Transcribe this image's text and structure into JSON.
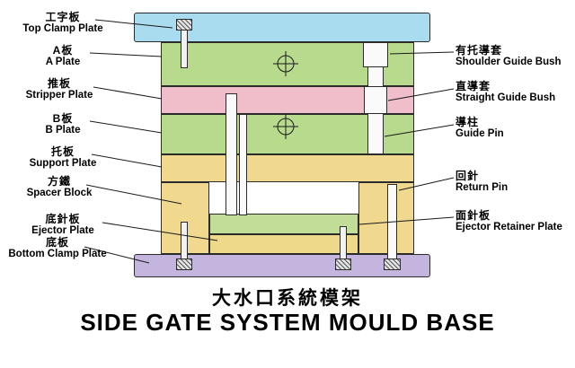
{
  "title": {
    "chinese": "大水口系統模架",
    "english": "SIDE GATE SYSTEM MOULD BASE"
  },
  "left_labels": [
    {
      "cn": "工字板",
      "en": "Top Clamp Plate"
    },
    {
      "cn": "A板",
      "en": "A Plate"
    },
    {
      "cn": "推板",
      "en": "Stripper Plate"
    },
    {
      "cn": "B板",
      "en": "B Plate"
    },
    {
      "cn": "托板",
      "en": "Support Plate"
    },
    {
      "cn": "方鐵",
      "en": "Spacer Block"
    },
    {
      "cn": "底針板",
      "en": "Ejector Plate"
    },
    {
      "cn": "底板",
      "en": "Bottom Clamp Plate"
    }
  ],
  "right_labels": [
    {
      "cn": "有托導套",
      "en": "Shoulder Guide Bush"
    },
    {
      "cn": "直導套",
      "en": "Straight Guide Bush"
    },
    {
      "cn": "導柱",
      "en": "Guide Pin"
    },
    {
      "cn": "回針",
      "en": "Return Pin"
    },
    {
      "cn": "面針板",
      "en": "Ejector Retainer Plate"
    }
  ],
  "colors": {
    "top_clamp_plate": "#a9dcee",
    "a_plate": "#b7da8c",
    "stripper_plate": "#f0bdcb",
    "b_plate": "#b7da8c",
    "support_plate": "#f0d98e",
    "spacer_block": "#f0d98e",
    "ejector_retainer_plate": "#c2dd97",
    "ejector_plate": "#eed88a",
    "bottom_clamp_plate": "#c3b5de",
    "pin": "#fafafa",
    "outline": "#2b2b2b"
  }
}
